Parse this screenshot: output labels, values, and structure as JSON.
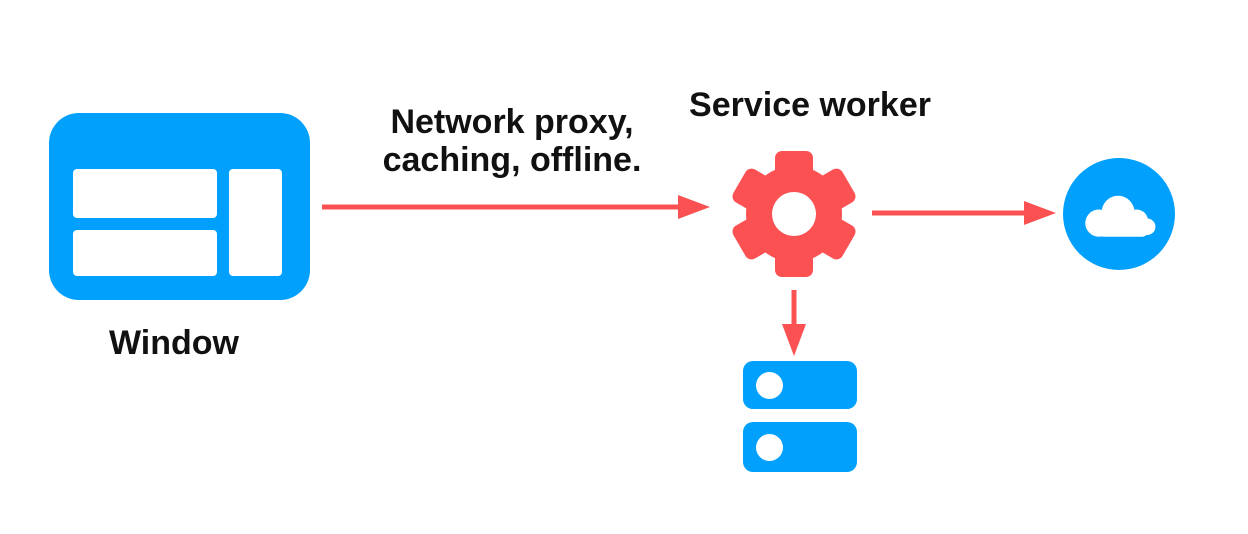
{
  "colors": {
    "blue": "#01A0FC",
    "red": "#FB5153",
    "text": "#111111",
    "background": "#FFFFFF"
  },
  "diagram": {
    "nodes": {
      "window": {
        "label": "Window",
        "icon": "browser-window-icon"
      },
      "service_worker": {
        "label": "Service worker",
        "icon": "gear-icon"
      },
      "cloud": {
        "icon": "cloud-icon"
      },
      "storage": {
        "icon": "database-stack-icon"
      }
    },
    "edges": [
      {
        "from": "window",
        "to": "service_worker",
        "label_lines": [
          "Network proxy,",
          "caching, offline."
        ]
      },
      {
        "from": "service_worker",
        "to": "cloud",
        "label_lines": []
      },
      {
        "from": "service_worker",
        "to": "storage",
        "label_lines": []
      }
    ]
  }
}
